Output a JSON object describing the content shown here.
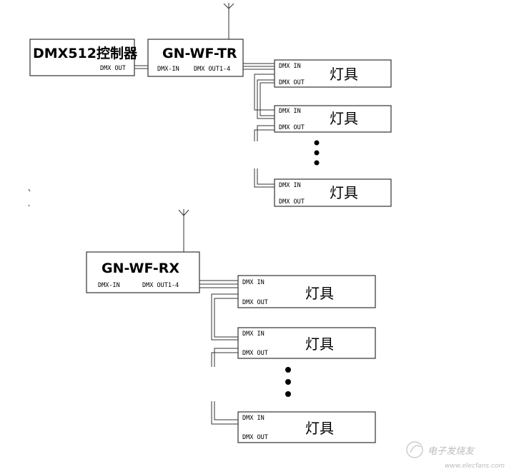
{
  "controller": {
    "title": "DMX512控制器",
    "port_out": "DMX OUT"
  },
  "transmitter": {
    "title": "GN-WF-TR",
    "port_in": "DMX-IN",
    "port_out": "DMX OUT1-4"
  },
  "receiver": {
    "title": "GN-WF-RX",
    "port_in": "DMX-IN",
    "port_out": "DMX OUT1-4"
  },
  "fixture": {
    "label": "灯具",
    "port_in": "DMX IN",
    "port_out": "DMX OUT"
  },
  "watermark": {
    "text": "电子发烧友",
    "url": "www.elecfans.com"
  }
}
